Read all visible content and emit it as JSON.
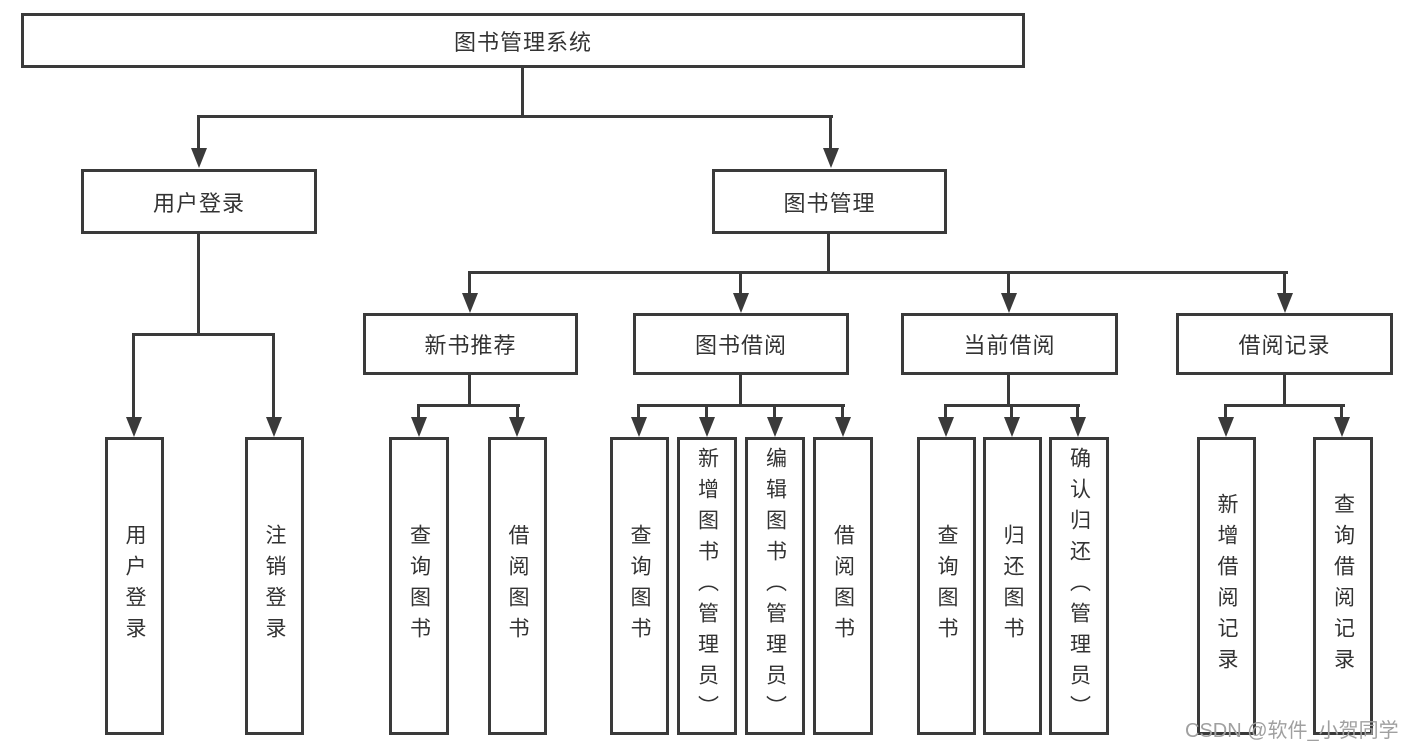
{
  "title": "图书管理系统",
  "watermark": "CSDN @软件_小贺同学",
  "colors": {
    "line": "#3a3a3a",
    "text": "#333333",
    "watermark": "#a0a0a0",
    "background": "#ffffff"
  },
  "level2": [
    {
      "label": "用户登录"
    },
    {
      "label": "图书管理"
    }
  ],
  "level3": [
    {
      "label": "新书推荐",
      "parent": "图书管理"
    },
    {
      "label": "图书借阅",
      "parent": "图书管理"
    },
    {
      "label": "当前借阅",
      "parent": "图书管理"
    },
    {
      "label": "借阅记录",
      "parent": "图书管理"
    }
  ],
  "leaves": [
    {
      "label": "用户登录",
      "parent": "用户登录"
    },
    {
      "label": "注销登录",
      "parent": "用户登录"
    },
    {
      "label": "查询图书",
      "parent": "新书推荐"
    },
    {
      "label": "借阅图书",
      "parent": "新书推荐"
    },
    {
      "label": "查询图书",
      "parent": "图书借阅"
    },
    {
      "label": "新增图书（管理员）",
      "parent": "图书借阅"
    },
    {
      "label": "编辑图书（管理员）",
      "parent": "图书借阅"
    },
    {
      "label": "借阅图书",
      "parent": "图书借阅"
    },
    {
      "label": "查询图书",
      "parent": "当前借阅"
    },
    {
      "label": "归还图书",
      "parent": "当前借阅"
    },
    {
      "label": "确认归还（管理员）",
      "parent": "当前借阅"
    },
    {
      "label": "新增借阅记录",
      "parent": "借阅记录"
    },
    {
      "label": "查询借阅记录",
      "parent": "借阅记录"
    }
  ]
}
